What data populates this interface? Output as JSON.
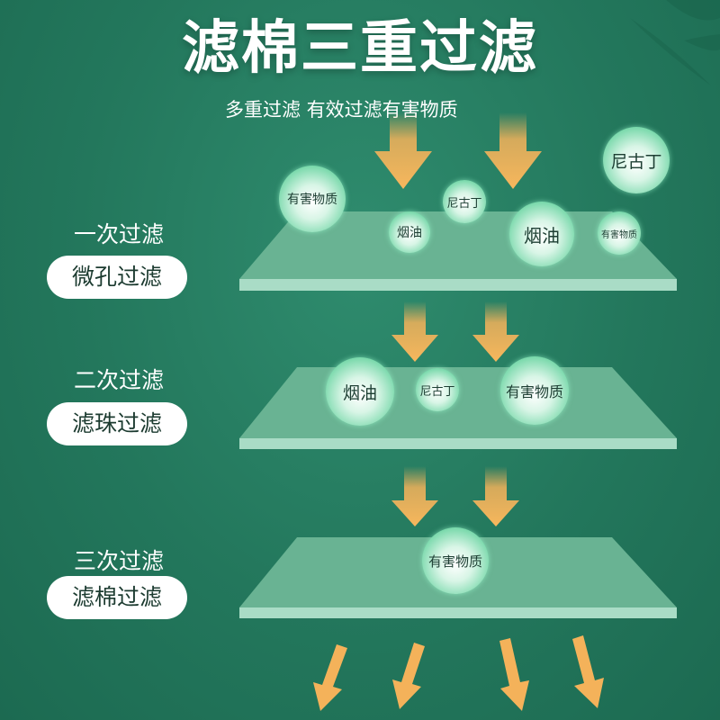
{
  "header": {
    "title": "滤棉三重过滤",
    "subtitle": "多重过滤 有效过滤有害物质"
  },
  "stages": [
    {
      "label": "一次过滤",
      "pill": "微孔过滤"
    },
    {
      "label": "二次过滤",
      "pill": "滤珠过滤"
    },
    {
      "label": "三次过滤",
      "pill": "滤棉过滤"
    }
  ],
  "particles": {
    "harmful": "有害物质",
    "nicotine": "尼古丁",
    "tar": "烟油"
  },
  "colors": {
    "background": "#23775c",
    "panel_top": "#69b393",
    "panel_edge": "#a9dcc6",
    "arrow": "#f4b25a",
    "bubble": "#74d7a8"
  },
  "icons": [
    "down-arrow-icon",
    "particle-bubble-icon",
    "filter-layer-icon"
  ]
}
